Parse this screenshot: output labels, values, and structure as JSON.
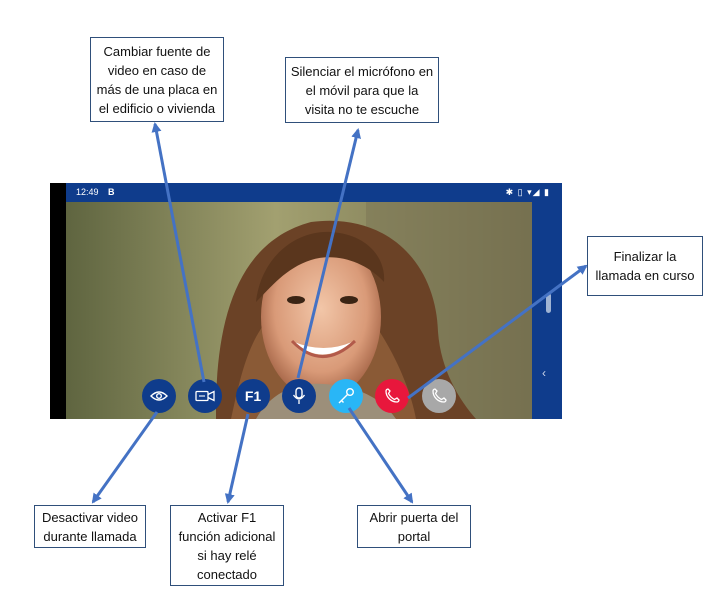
{
  "status_bar": {
    "time": "12:49",
    "notification_icon": "B",
    "system_icons": "✱ ▯ ▾◢ ▮"
  },
  "controls": [
    {
      "name": "eye-icon",
      "label": ""
    },
    {
      "name": "video-camera-switch-icon",
      "label": ""
    },
    {
      "name": "f1-button",
      "label": "F1"
    },
    {
      "name": "microphone-icon",
      "label": ""
    },
    {
      "name": "key-icon",
      "label": ""
    },
    {
      "name": "hang-up-icon",
      "label": ""
    },
    {
      "name": "phone-icon",
      "label": ""
    }
  ],
  "colors": {
    "frame_blue": "#0f3c8c",
    "button_navy": "#0f3c8c",
    "button_cyan": "#29b6f6",
    "button_red": "#e8173c",
    "button_grey": "#a8a8a8",
    "arrow_blue": "#4472c4"
  },
  "callouts": {
    "camera": "Cambiar fuente de video en caso de más de una placa en el edificio o vivienda",
    "mic": "Silenciar el micrófono en el móvil para que la visita no te escuche",
    "end_call": "Finalizar la llamada en curso",
    "video_off": "Desactivar video durante llamada",
    "f1": "Activar F1 función adicional si hay relé conectado",
    "door": "Abrir puerta del portal"
  }
}
